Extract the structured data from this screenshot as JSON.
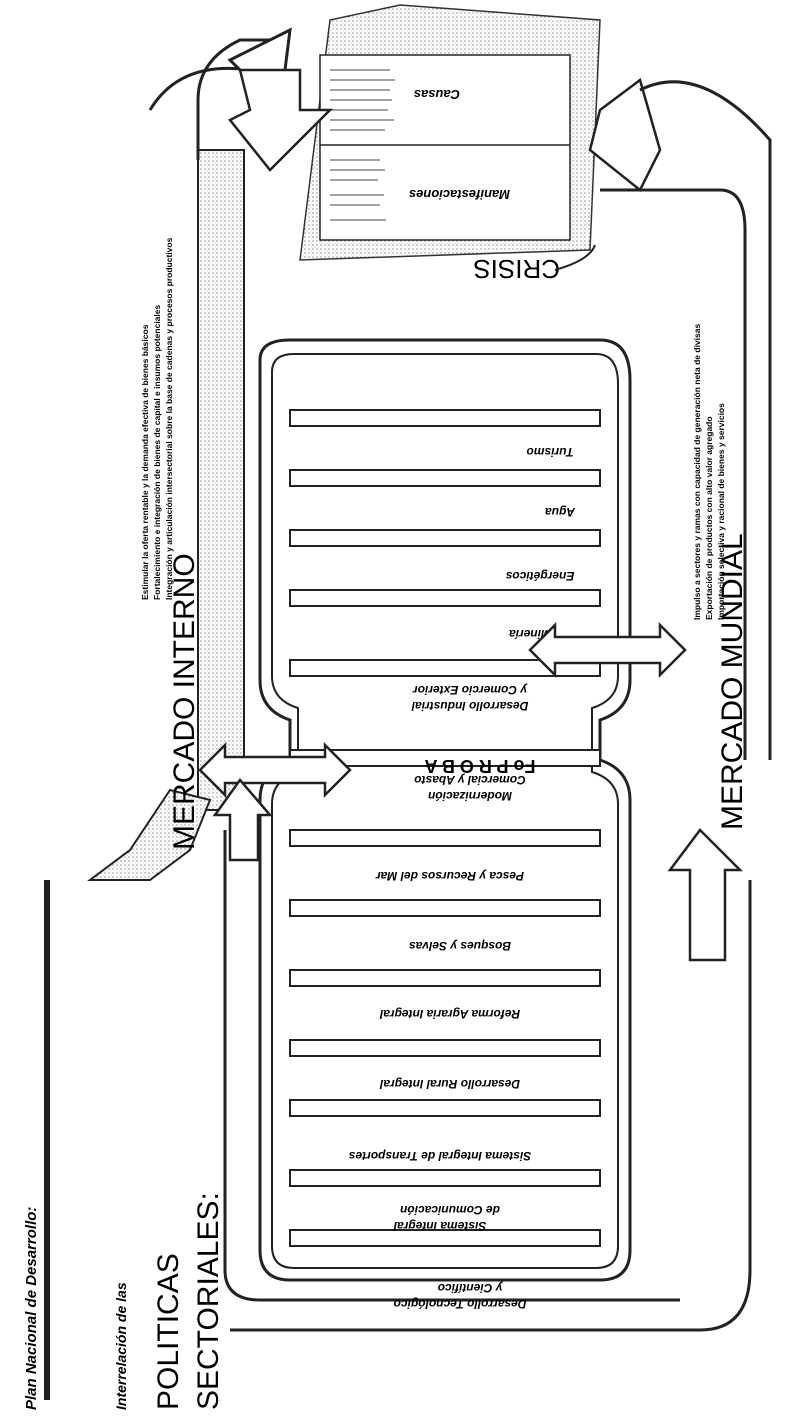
{
  "plan": {
    "title": "Plan Nacional de Desarrollo:",
    "interrelacion": "Interrelación de las",
    "politicas": "POLITICAS",
    "sectoriales": "SECTORIALES:"
  },
  "markets": {
    "interno": "MERCADO INTERNO",
    "mundial": "MERCADO MUNDIAL"
  },
  "crisis": {
    "label": "CRISIS",
    "manifestaciones": "Manifestaciones",
    "causas": "Causas"
  },
  "interno_notes": [
    "Estimular la oferta rentable y la demanda efectiva de bienes básicos",
    "Fortalecimiento e integración de bienes de capital e insumos potenciales",
    "Integración y articulación intersectorial sobre la base de cadenas y procesos productivos"
  ],
  "mundial_notes": [
    "Impulso a sectores y ramas con capacidad de generación neta de divisas",
    "Exportación de productos con alto valor agregado",
    "Importación selectiva y racional de bienes y servicios"
  ],
  "sectors": [
    {
      "line1": "Desarrollo Tecnológico",
      "line2": "y Científico"
    },
    {
      "line1": "Sistema Integral",
      "line2": "de Comunicación"
    },
    {
      "line1": "Sistema Integral de Transportes",
      "line2": ""
    },
    {
      "line1": "Desarrollo Rural Integral",
      "line2": ""
    },
    {
      "line1": "Reforma Agraria Integral",
      "line2": ""
    },
    {
      "line1": "Bosques y Selvas",
      "line2": ""
    },
    {
      "line1": "Pesca y Recursos del Mar",
      "line2": ""
    },
    {
      "line1": "Modernización",
      "line2": "Comercial y Abasto"
    },
    {
      "line1": "Desarrollo Industrial",
      "line2": "y Comercio Exterior"
    },
    {
      "line1": "Minería",
      "line2": ""
    },
    {
      "line1": "Energéticos",
      "line2": ""
    },
    {
      "line1": "Agua",
      "line2": ""
    },
    {
      "line1": "Turismo",
      "line2": ""
    }
  ],
  "stamp": "Fo P R O B A"
}
